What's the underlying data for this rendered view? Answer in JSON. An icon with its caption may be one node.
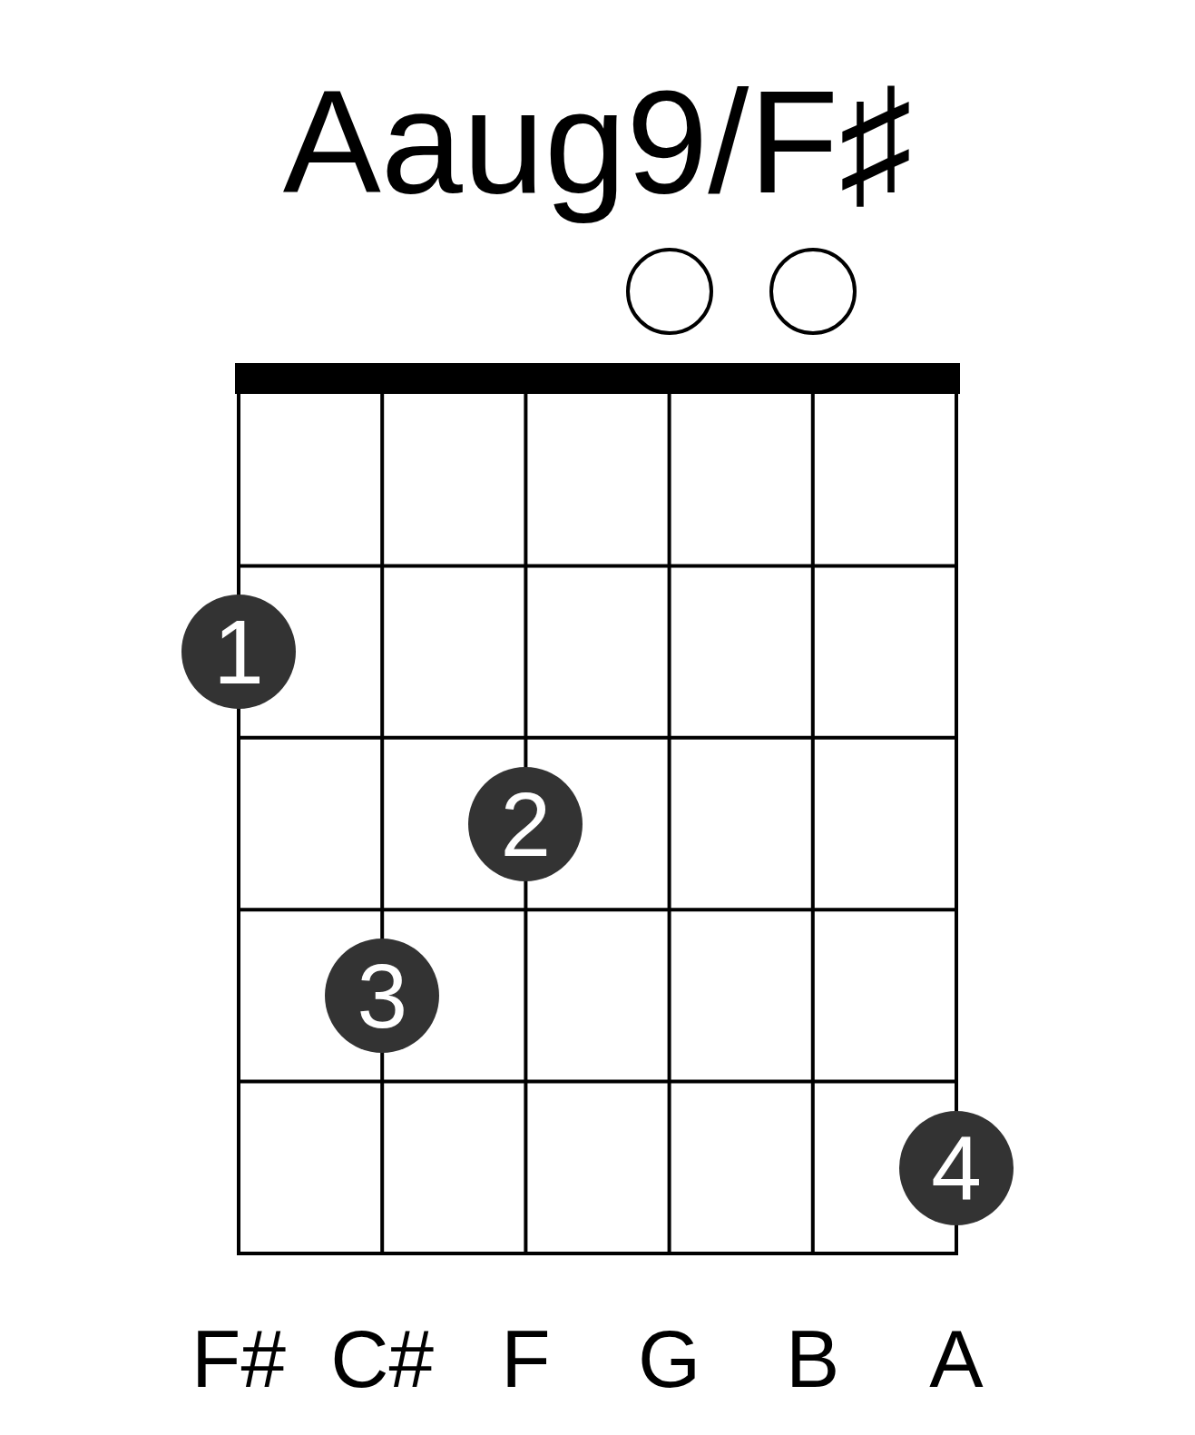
{
  "diagram": {
    "title": "Aaug9/F♯",
    "nodes": [
      {
        "text": [],
        "shape": "circle"
      },
      {
        "text": [],
        "shape": "circle"
      },
      {
        "text": [
          "1"
        ]
      },
      {
        "text": [
          "2"
        ]
      },
      {
        "text": [
          "3"
        ]
      },
      {
        "text": [
          "4"
        ]
      }
    ],
    "labels": [
      "F#",
      "C#",
      "F",
      "G",
      "B",
      "A"
    ]
  }
}
